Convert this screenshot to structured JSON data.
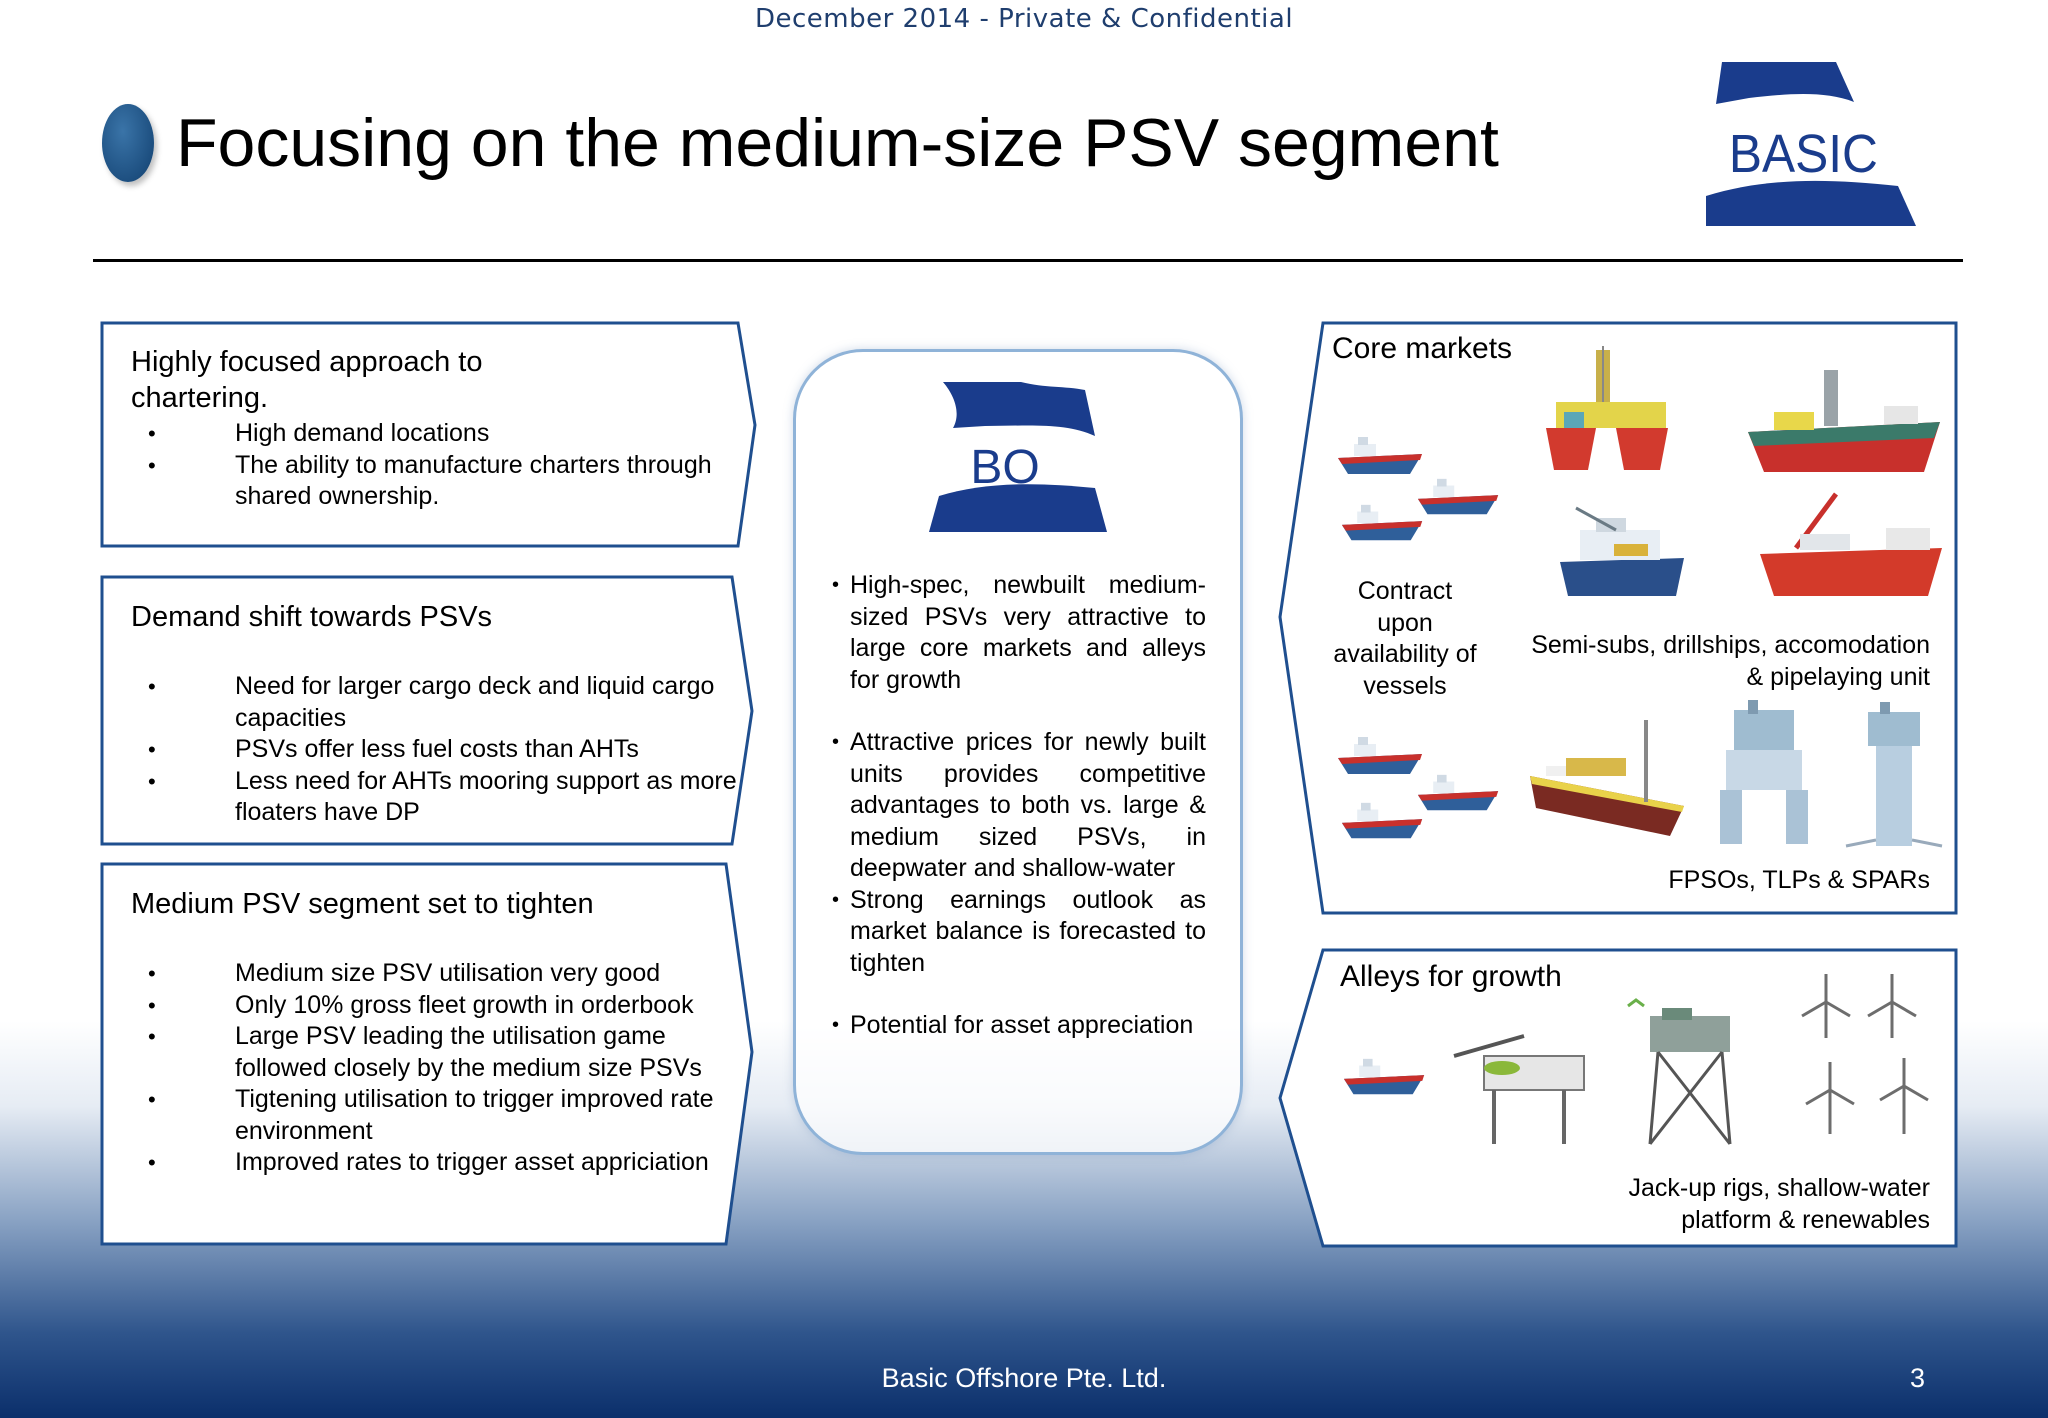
{
  "header": {
    "top_note": "December 2014  - Private & Confidential",
    "title": "Focusing on the medium-size PSV segment",
    "logo_text": "BASIC"
  },
  "left_panels": [
    {
      "heading": "Highly focused approach to chartering.",
      "bullets": [
        "High demand locations",
        "The ability to manufacture charters through shared ownership."
      ]
    },
    {
      "heading": "Demand shift towards PSVs",
      "bullets": [
        "Need for larger cargo deck and liquid cargo capacities",
        "PSVs offer less fuel costs than AHTs",
        "Less need for AHTs mooring support as more floaters have DP"
      ]
    },
    {
      "heading": "Medium PSV segment set to tighten",
      "bullets": [
        "Medium size PSV utilisation very good",
        "Only 10% gross fleet growth in orderbook",
        "Large PSV leading the utilisation game followed closely by the medium size PSVs",
        "Tigtening utilisation to trigger improved rate environment",
        "Improved rates to trigger asset appriciation"
      ]
    }
  ],
  "center": {
    "logo_text": "BO",
    "bullets": [
      "High-spec, newbuilt medium-sized PSVs very attractive to large core markets and alleys for growth",
      "Attractive prices for newly built units provides competitive advantages to both vs. large & medium sized PSVs, in deepwater and shallow-water",
      "Strong earnings outlook as market balance is forecasted to tighten",
      "Potential for asset appreciation"
    ]
  },
  "core_markets": {
    "title": "Core markets",
    "contract_note": "Contract upon availability of vessels",
    "caption_1": "Semi-subs, drillships, accomodation & pipelaying  unit",
    "caption_2": "FPSOs, TLPs & SPARs"
  },
  "alleys": {
    "title": "Alleys for growth",
    "caption": "Jack-up rigs, shallow-water platform & renewables"
  },
  "footer": {
    "company": "Basic Offshore Pte. Ltd.",
    "page_number": "3"
  },
  "colors": {
    "brand_navy": "#1a3c8c",
    "panel_border": "#1f4f8f",
    "center_border": "#8fb3d8",
    "footer_band": "#0b2f6b"
  }
}
